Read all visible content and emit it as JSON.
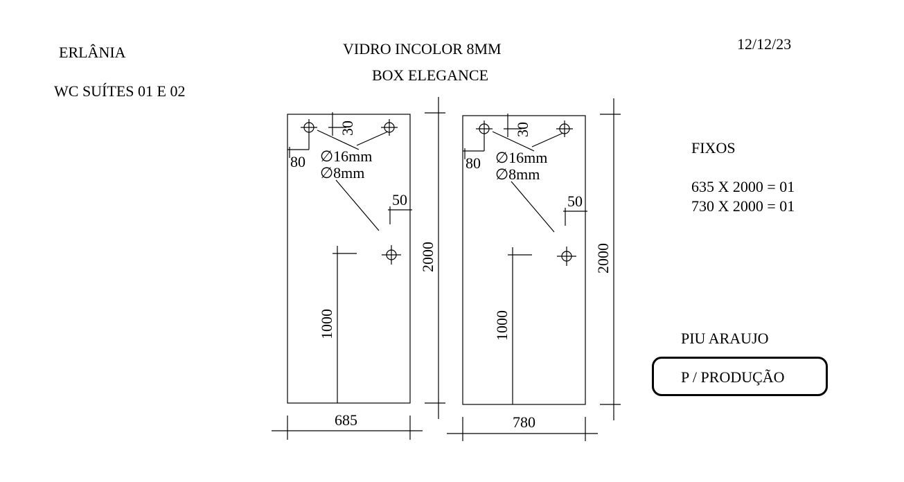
{
  "header": {
    "client": "ERLÂNIA",
    "location": "WC SUÍTES 01 E 02",
    "glass": "VIDRO INCOLOR 8MM",
    "model": "BOX ELEGANCE",
    "date": "12/12/23"
  },
  "summary": {
    "heading": "FIXOS",
    "lines": [
      "635 X 2000 = 01",
      "730 X 2000 = 01"
    ]
  },
  "signature": {
    "name": "PIU ARAUJO",
    "status": "P / PRODUÇÃO"
  },
  "panels": [
    {
      "width": "685",
      "height": "2000",
      "handle_height": "1000",
      "top_offset": "30",
      "side_offset": "80",
      "edge_offset": "50",
      "hole_large": "∅16mm",
      "hole_small": "∅8mm"
    },
    {
      "width": "780",
      "height": "2000",
      "handle_height": "1000",
      "top_offset": "30",
      "side_offset": "80",
      "edge_offset": "50",
      "hole_large": "∅16mm",
      "hole_small": "∅8mm"
    }
  ]
}
